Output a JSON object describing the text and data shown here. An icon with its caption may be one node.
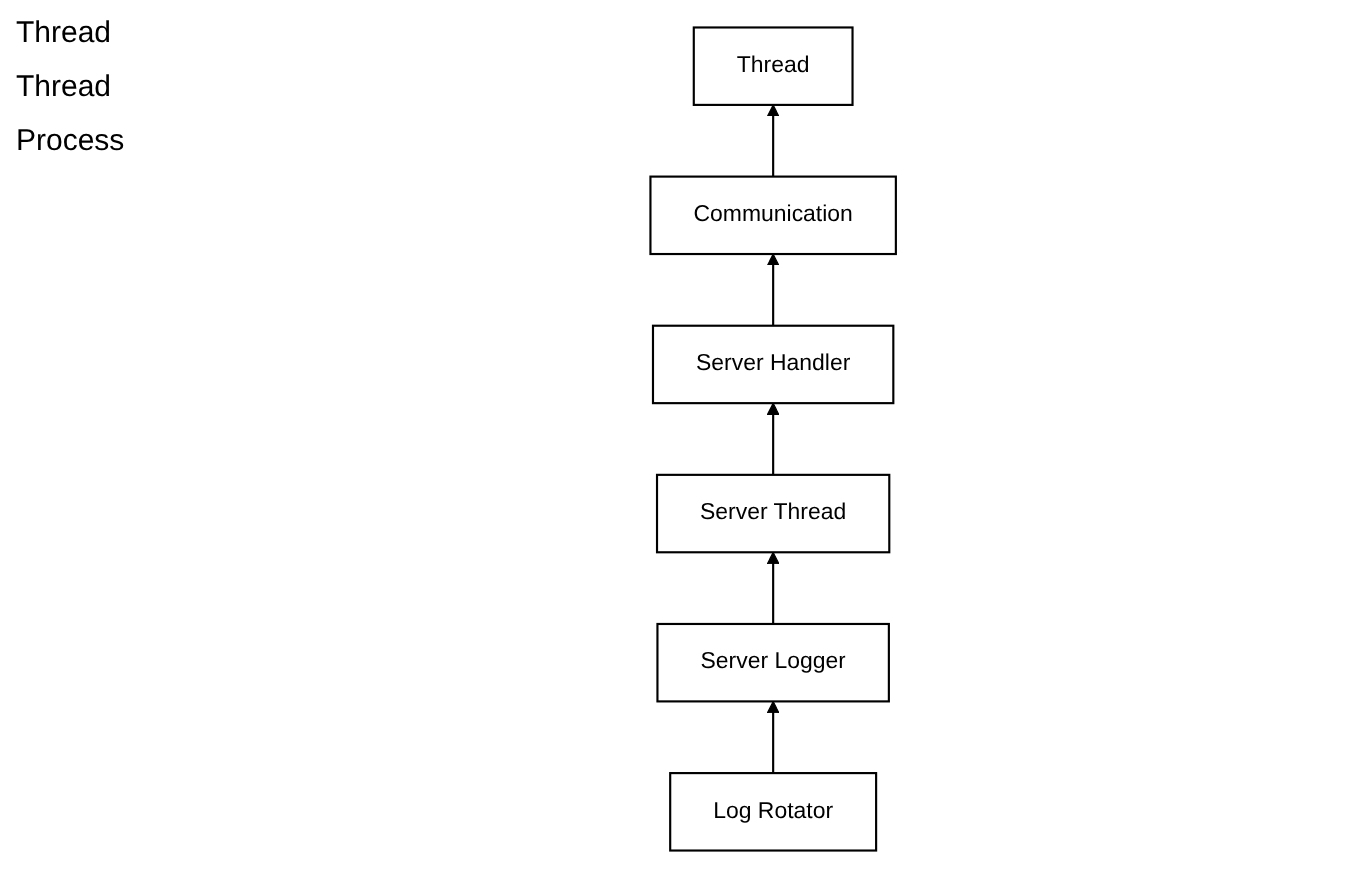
{
  "diagram": {
    "nodes": [
      {
        "text": [
          "Thread"
        ]
      },
      {
        "text": [
          "Communication"
        ]
      },
      {
        "text": [
          "Server Handler"
        ]
      },
      {
        "text": [
          "Server Thread"
        ]
      },
      {
        "text": [
          "Server Logger"
        ]
      },
      {
        "text": [
          "Log Rotator"
        ]
      }
    ],
    "edges": [
      {
        "from": 1,
        "to": 0,
        "arrow": "to"
      },
      {
        "from": 2,
        "to": 1,
        "arrow": "to"
      },
      {
        "from": 3,
        "to": 2,
        "arrow": "to"
      },
      {
        "from": 4,
        "to": 3,
        "arrow": "to"
      },
      {
        "from": 5,
        "to": 4,
        "arrow": "to"
      }
    ],
    "labels": [
      "Thread",
      "Thread",
      "Process"
    ]
  }
}
